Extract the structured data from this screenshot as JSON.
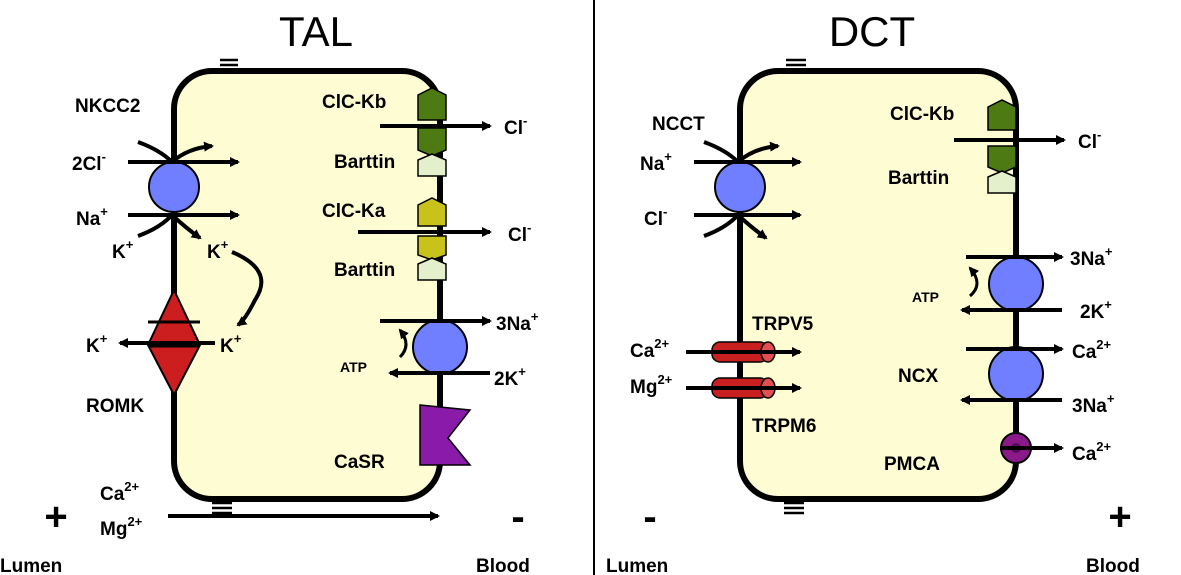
{
  "colors": {
    "cell_fill": "#fefcd2",
    "pump_blue": "#6f7fff",
    "clc_kb_green": "#4d7a12",
    "clc_ka_yellow": "#c9c21a",
    "barttin_light": "#e4efcc",
    "romk_red": "#cc1e1e",
    "casr_purple": "#8a1aa8",
    "pmca_purple": "#8a1a8a",
    "trp_red": "#c82020"
  },
  "tal": {
    "title": "TAL",
    "nkcc2": "NKCC2",
    "cl2": "2Cl",
    "cl2_sup": "-",
    "na": "Na",
    "na_sup": "+",
    "k_lumen_under": "K",
    "k_lumen_under_sup": "+",
    "k_inside_top": "K",
    "k_inside_top_sup": "+",
    "k_inside_bottom": "K",
    "k_inside_bottom_sup": "+",
    "k_out": "K",
    "k_out_sup": "+",
    "romk": "ROMK",
    "clc_kb": "ClC-Kb",
    "barttin_1": "Barttin",
    "cl_out_1": "Cl",
    "cl_out_1_sup": "-",
    "clc_ka": "ClC-Ka",
    "barttin_2": "Barttin",
    "cl_out_2": "Cl",
    "cl_out_2_sup": "-",
    "na3": "3Na",
    "na3_sup": "+",
    "atp": "ATP",
    "k2": "2K",
    "k2_sup": "+",
    "casr": "CaSR",
    "ca": "Ca",
    "ca_sup": "2+",
    "mg": "Mg",
    "mg_sup": "2+",
    "plus": "+",
    "minus": "-",
    "lumen": "Lumen",
    "blood": "Blood"
  },
  "dct": {
    "title": "DCT",
    "ncct": "NCCT",
    "na": "Na",
    "na_sup": "+",
    "cl": "Cl",
    "cl_sup": "-",
    "trpv5": "TRPV5",
    "ca": "Ca",
    "ca_sup": "2+",
    "mg": "Mg",
    "mg_sup": "2+",
    "trpm6": "TRPM6",
    "clc_kb": "ClC-Kb",
    "barttin": "Barttin",
    "cl_out": "Cl",
    "cl_out_sup": "-",
    "na3": "3Na",
    "na3_sup": "+",
    "atp": "ATP",
    "k2": "2K",
    "k2_sup": "+",
    "ncx": "NCX",
    "ca_out": "Ca",
    "ca_out_sup": "2+",
    "na3_ncx": "3Na",
    "na3_ncx_sup": "+",
    "pmca": "PMCA",
    "ca_pmca": "Ca",
    "ca_pmca_sup": "2+",
    "minus": "-",
    "plus": "+",
    "lumen": "Lumen",
    "blood": "Blood"
  }
}
